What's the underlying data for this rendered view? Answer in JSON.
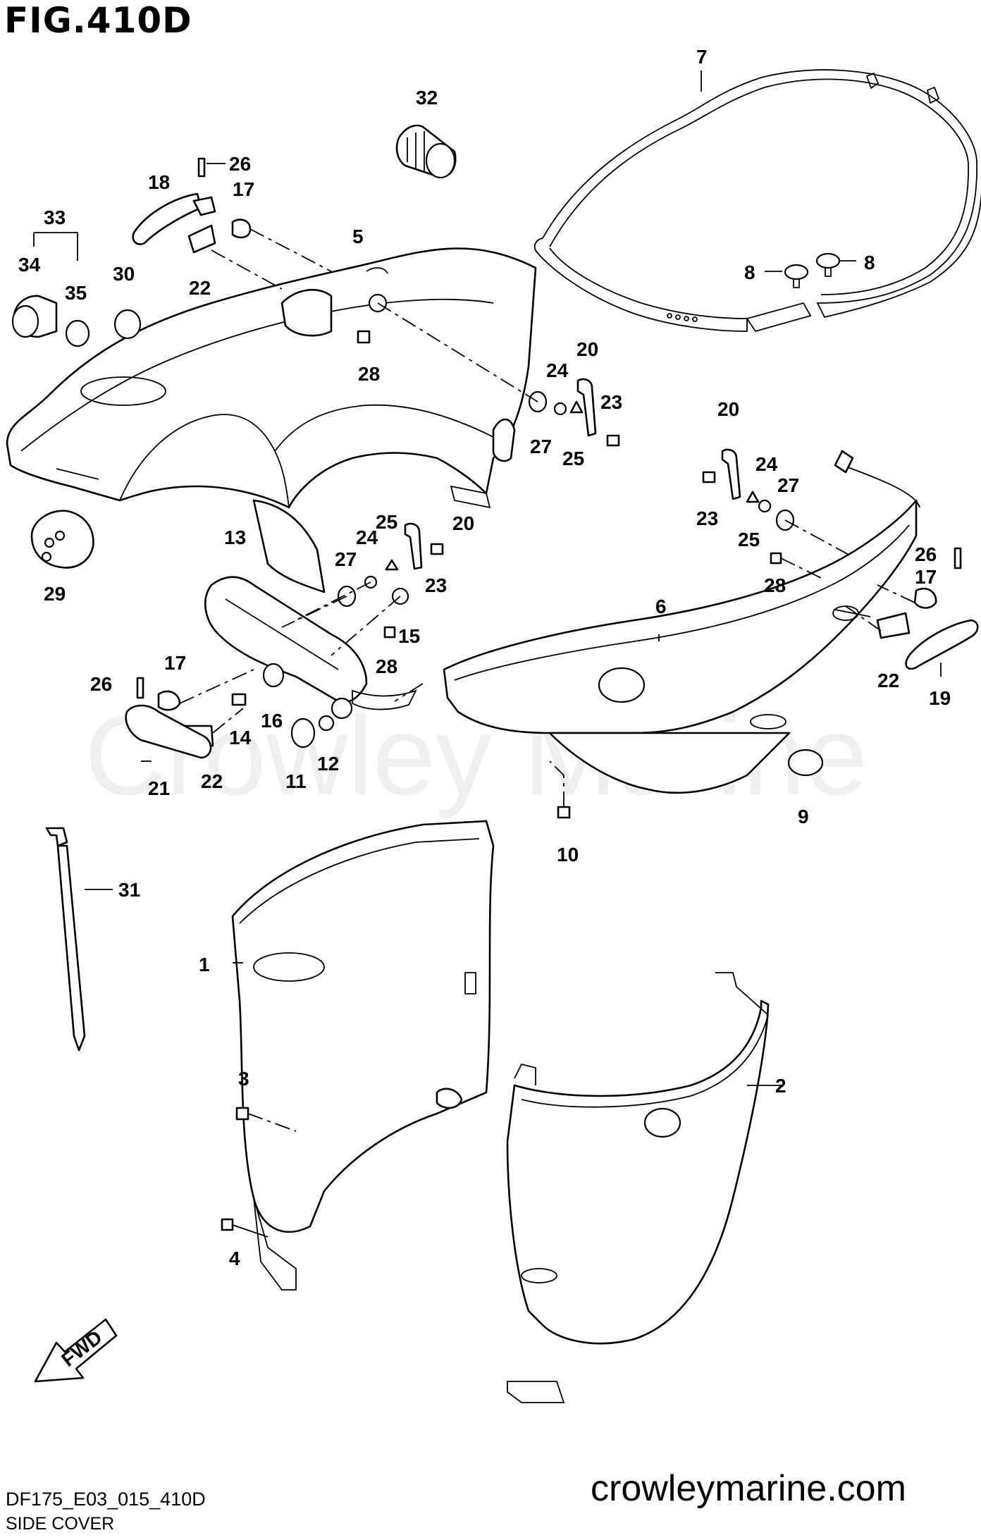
{
  "figure": {
    "title": "FIG.410D",
    "code": "DF175_E03_015_410D",
    "name": "SIDE COVER",
    "site": "crowleymarine.com",
    "watermark": "Crowley Marine",
    "fwd_label": "FWD"
  },
  "callouts": {
    "c1": "1",
    "c2": "2",
    "c3": "3",
    "c4": "4",
    "c5": "5",
    "c6": "6",
    "c7": "7",
    "c8a": "8",
    "c8b": "8",
    "c9": "9",
    "c10": "10",
    "c11": "11",
    "c12": "12",
    "c13": "13",
    "c14": "14",
    "c15": "15",
    "c16": "16",
    "c17a": "17",
    "c17b": "17",
    "c17c": "17",
    "c18": "18",
    "c19": "19",
    "c20a": "20",
    "c20b": "20",
    "c20c": "20",
    "c21": "21",
    "c22a": "22",
    "c22b": "22",
    "c22c": "22",
    "c23a": "23",
    "c23b": "23",
    "c23c": "23",
    "c24a": "24",
    "c24b": "24",
    "c24c": "24",
    "c25a": "25",
    "c25b": "25",
    "c25c": "25",
    "c26a": "26",
    "c26b": "26",
    "c26c": "26",
    "c27a": "27",
    "c27b": "27",
    "c27c": "27",
    "c28a": "28",
    "c28b": "28",
    "c28c": "28",
    "c29": "29",
    "c30": "30",
    "c31": "31",
    "c32": "32",
    "c33": "33",
    "c34": "34",
    "c35": "35"
  }
}
